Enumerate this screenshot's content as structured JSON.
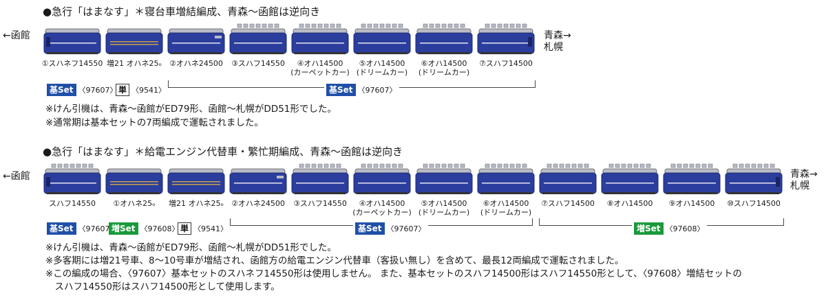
{
  "colors": {
    "body_blue": "#2b3e9e",
    "body_edge": "#1b276e",
    "roof_gray": "#b9bcc6",
    "stripe_gold": "#c8a04a",
    "stripe_white": "#e8e8f0",
    "kihon_set": "#1f4fa8",
    "zoketsu_set": "#1a9a3a"
  },
  "formations": [
    {
      "title": "●急行「はまなす」＊寝台車増結編成、青森～函館は逆向き",
      "left_label": "←函館",
      "right_label_1": "青森→",
      "right_label_2": "札幌",
      "cars": [
        {
          "type": "sleeper-end",
          "label": "①スハネフ14550"
        },
        {
          "type": "sleeper-gold",
          "label": "増21 オハネ25ₒ"
        },
        {
          "type": "sleeper-cab",
          "label": "②オハネ24500"
        },
        {
          "type": "seat",
          "label": "③スハフ14550"
        },
        {
          "type": "seat",
          "label": "④オハ14500\n(カーペットカー)"
        },
        {
          "type": "seat",
          "label": "⑤オハ14500\n(ドリームカー)"
        },
        {
          "type": "seat",
          "label": "⑥オハ14500\n(ドリームカー)"
        },
        {
          "type": "seat-end",
          "label": "⑦スハフ14500"
        }
      ],
      "sets": [
        {
          "kind": "kihon",
          "name": "基Set",
          "code": "〈97607〉"
        },
        {
          "kind": "tan",
          "name": "単",
          "code": "〈9541〉"
        },
        {
          "kind": "kihon",
          "name": "基Set",
          "code": "〈97607〉"
        }
      ],
      "notes": [
        "※けん引機は、青森～函館がED79形、函館～札幌がDD51形でした。",
        "※通常期は基本セットの7両編成で運転されました。"
      ]
    },
    {
      "title": "●急行「はまなす」＊給電エンジン代替車・繁忙期編成、青森～函館は逆向き",
      "left_label": "←函館",
      "right_label_1": "青森→",
      "right_label_2": "札幌",
      "cars": [
        {
          "type": "seat-end-l",
          "label": "スハフ14550"
        },
        {
          "type": "sleeper-gold",
          "label": "①オハネ25ₒ"
        },
        {
          "type": "sleeper-gold",
          "label": "増21 オハネ25ₒ"
        },
        {
          "type": "sleeper-cab",
          "label": "②オハネ24500"
        },
        {
          "type": "seat",
          "label": "③スハフ14550"
        },
        {
          "type": "seat",
          "label": "④オハ14500\n(カーペットカー)"
        },
        {
          "type": "seat",
          "label": "⑤オハ14500\n(ドリームカー)"
        },
        {
          "type": "seat",
          "label": "⑥オハ14500\n(ドリームカー)"
        },
        {
          "type": "seat",
          "label": "⑦スハフ14500"
        },
        {
          "type": "seat",
          "label": "⑧オハ14500"
        },
        {
          "type": "seat",
          "label": "⑨オハ14500"
        },
        {
          "type": "seat-end",
          "label": "⑩スハフ14500"
        }
      ],
      "sets": [
        {
          "kind": "kihon",
          "name": "基Set",
          "code": "〈97607〉"
        },
        {
          "kind": "zoketsu",
          "name": "増Set",
          "code": "〈97608〉"
        },
        {
          "kind": "tan",
          "name": "単",
          "code": "〈9541〉"
        },
        {
          "kind": "kihon",
          "name": "基Set",
          "code": "〈97607〉"
        },
        {
          "kind": "zoketsu",
          "name": "増Set",
          "code": "〈97608〉"
        }
      ],
      "notes": [
        "※けん引機は、青森～函館がED79形、函館～札幌がDD51形でした。",
        "※多客期には増21号車、8～10号車が増結され、函館方の給電エンジン代替車（客扱い無し）を含めて、最長12両編成で運転されました。",
        "※この編成の場合、〈97607〉基本セットのスハネフ14550形は使用しません。 また、基本セットのスハフ14500形はスハフ14550形として、〈97608〉増結セットの",
        "　スハフ14550形はスハフ14500形として使用します。"
      ]
    }
  ]
}
